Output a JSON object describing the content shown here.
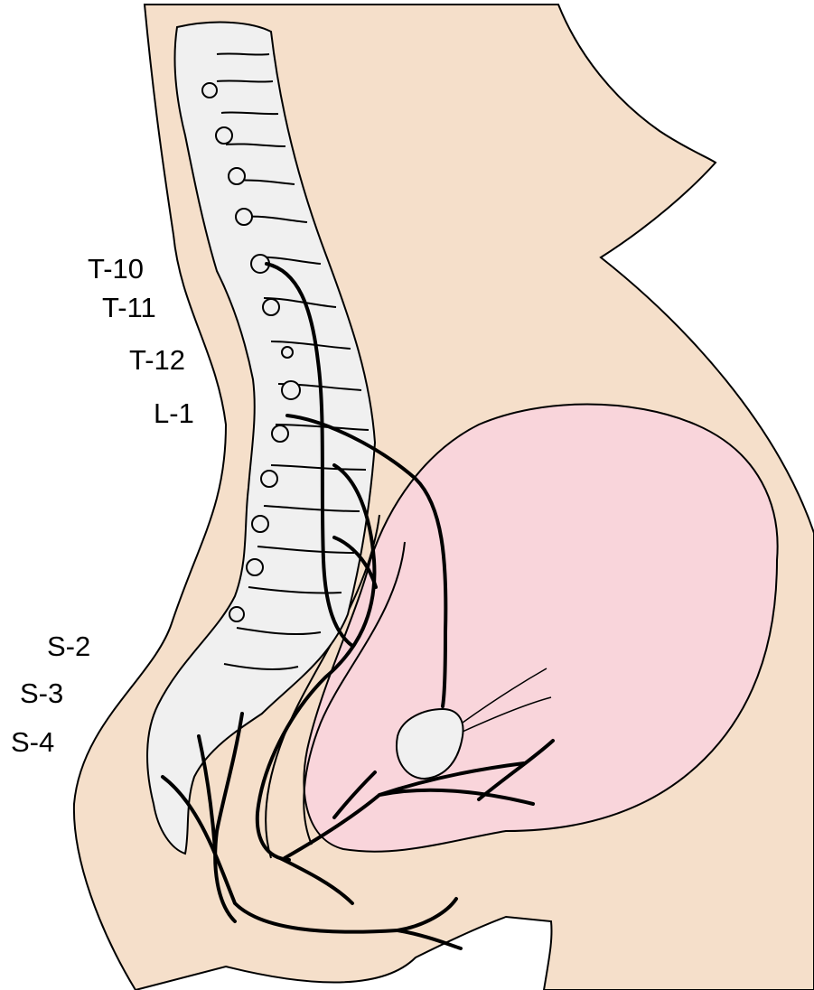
{
  "colors": {
    "skin": "#f5dfca",
    "uterus": "#f9d5db",
    "bone": "#f0f0f0",
    "outline": "#000000",
    "background": "#ffffff"
  },
  "labels": {
    "t10": "T-10",
    "t11": "T-11",
    "t12": "T-12",
    "l1": "L-1",
    "s2": "S-2",
    "s3": "S-3",
    "s4": "S-4"
  }
}
